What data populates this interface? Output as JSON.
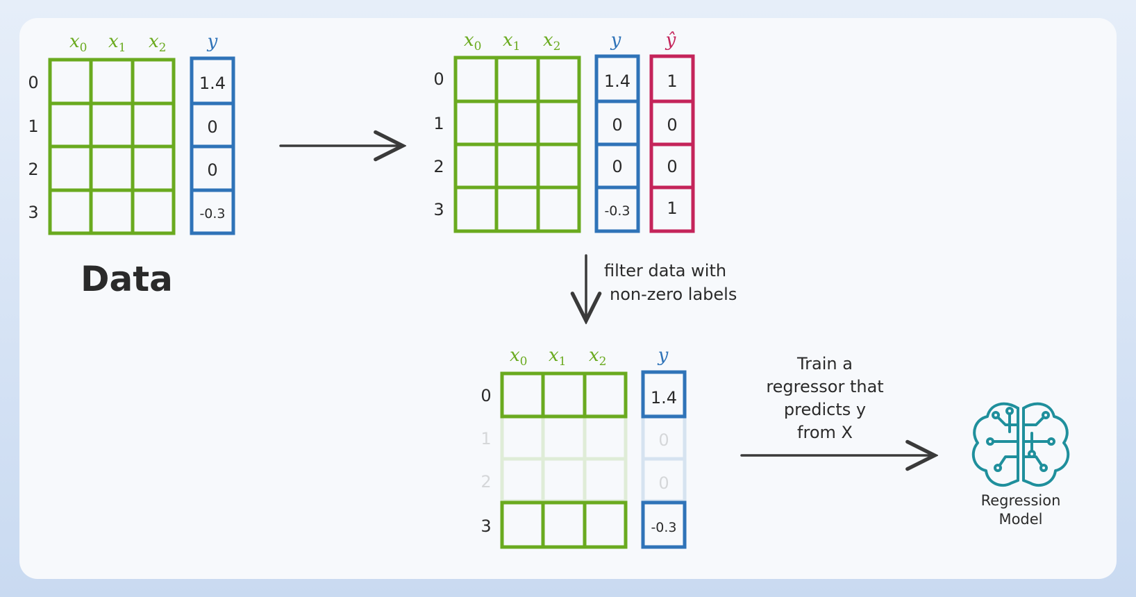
{
  "colors": {
    "feature": "#6aaa1f",
    "target": "#2f73b8",
    "prediction": "#c4245a",
    "ink": "#2a2a2a",
    "icon": "#1f8f9c"
  },
  "column_headers": {
    "x0": {
      "base": "x",
      "sub": "0"
    },
    "x1": {
      "base": "x",
      "sub": "1"
    },
    "x2": {
      "base": "x",
      "sub": "2"
    },
    "y": "y",
    "yhat": "ŷ"
  },
  "row_labels": [
    "0",
    "1",
    "2",
    "3"
  ],
  "data_table": {
    "title": "Data",
    "y_values": [
      "1.4",
      "0",
      "0",
      "-0.3"
    ]
  },
  "predicted_table": {
    "y_values": [
      "1.4",
      "0",
      "0",
      "-0.3"
    ],
    "yhat_values": [
      "1",
      "0",
      "0",
      "1"
    ]
  },
  "filter_step": {
    "label_line1": "filter data with",
    "label_line2": "non-zero labels"
  },
  "filtered_table": {
    "y_values": [
      "1.4",
      "0",
      "0",
      "-0.3"
    ],
    "kept_rows": [
      0,
      3
    ],
    "faded_rows": [
      1,
      2
    ]
  },
  "train_step": {
    "line1": "Train a",
    "line2": "regressor that",
    "line3": "predicts y",
    "line4": "from X"
  },
  "model": {
    "label_line1": "Regression",
    "label_line2": "Model",
    "icon": "brain-circuit-icon"
  }
}
